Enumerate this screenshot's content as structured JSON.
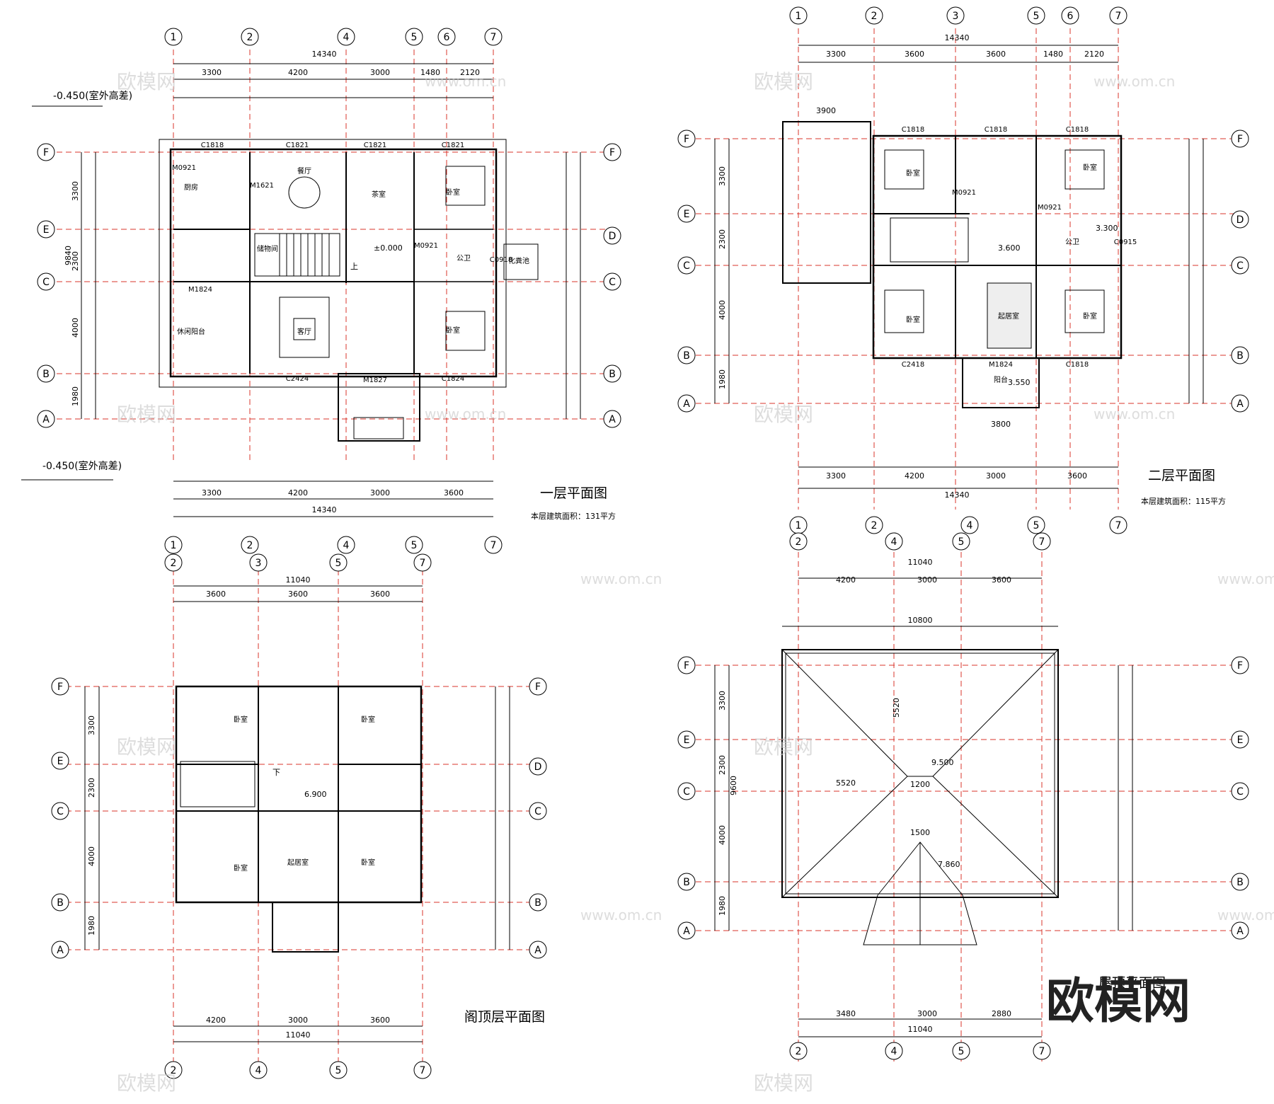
{
  "title_first": "一层平面图",
  "area_first": "本层建筑面积：131平方",
  "title_second": "二层平面图",
  "area_second": "本层建筑面积：115平方",
  "title_attic": "阁顶层平面图",
  "title_roof": "屋顶平面图",
  "watermark_url": "www.om.cn",
  "watermark_brand": "欧模网",
  "logo_text": "欧模网",
  "elev_outdoor": "-0.450(室外高差)",
  "axes_1f": [
    "1",
    "2",
    "4",
    "5",
    "6",
    "7"
  ],
  "axes_2f": [
    "1",
    "2",
    "3",
    "5",
    "6",
    "7"
  ],
  "axes_2f_bottom": [
    "1",
    "2",
    "4",
    "5",
    "7"
  ],
  "axes_attic_top": [
    "2",
    "3",
    "5",
    "7"
  ],
  "axes_attic_bottom": [
    "2",
    "4",
    "5",
    "7"
  ],
  "axes_roof": [
    "2",
    "4",
    "5",
    "7"
  ],
  "axes_rows": [
    "F",
    "E",
    "D",
    "C",
    "B",
    "A"
  ],
  "dims_1f_top": [
    "3300",
    "4200",
    "3000",
    "1480",
    "2120"
  ],
  "dims_1f_total": "14340",
  "dims_1f_bottom": [
    "3300",
    "4200",
    "3000",
    "3600"
  ],
  "dims_2f_top": [
    "3300",
    "3600",
    "3600",
    "1480",
    "2120"
  ],
  "dims_2f_bottom": [
    "3300",
    "4200",
    "3000",
    "3600"
  ],
  "dims_attic": [
    "3600",
    "3600",
    "3600"
  ],
  "dims_attic_total": "11040",
  "dims_attic_bottom": [
    "4200",
    "3000",
    "3600"
  ],
  "dims_roof_top": [
    "4200",
    "3000",
    "3600"
  ],
  "dims_roof_bottom": [
    "3480",
    "3000",
    "2880"
  ],
  "dims_left": [
    "3300",
    "2300",
    "4000",
    "1980"
  ],
  "dims_left_total": "9840",
  "rooms_1f": [
    "厨房",
    "餐厅",
    "茶室",
    "卧室",
    "储物间",
    "公卫",
    "化粪池",
    "休闲阳台",
    "客厅",
    "卧室"
  ],
  "doors_1f": [
    "C1818",
    "C1821",
    "C1821",
    "C1821",
    "M0921",
    "M1621",
    "M1824",
    "C2424",
    "M1827",
    "C1824",
    "M0921",
    "C0918"
  ],
  "elev_1f": "±0.000",
  "rooms_2f": [
    "卧室",
    "卧室",
    "卧室",
    "起居室",
    "卧室",
    "公卫",
    "阳台"
  ],
  "doors_2f": [
    "C1818",
    "C1818",
    "C1818",
    "C2418",
    "M1824",
    "C1818",
    "M0921",
    "M0921",
    "C0915"
  ],
  "elev_2f": "3.600",
  "elev_2f_balcony": "3.550",
  "elev_2f_wc": "3.300",
  "rooms_attic": [
    "卧室",
    "卧室",
    "卧室",
    "起居室",
    "卧室"
  ],
  "elev_attic": "6.900",
  "elev_roof_top": "9.500",
  "elev_roof_low": "7.860",
  "roof_dims": [
    "5520",
    "5520",
    "1200",
    "1500",
    "9600",
    "10800"
  ],
  "terrace_dim": "3900",
  "balcony_dim": "3800",
  "stair_up": "上",
  "stair_down": "下"
}
